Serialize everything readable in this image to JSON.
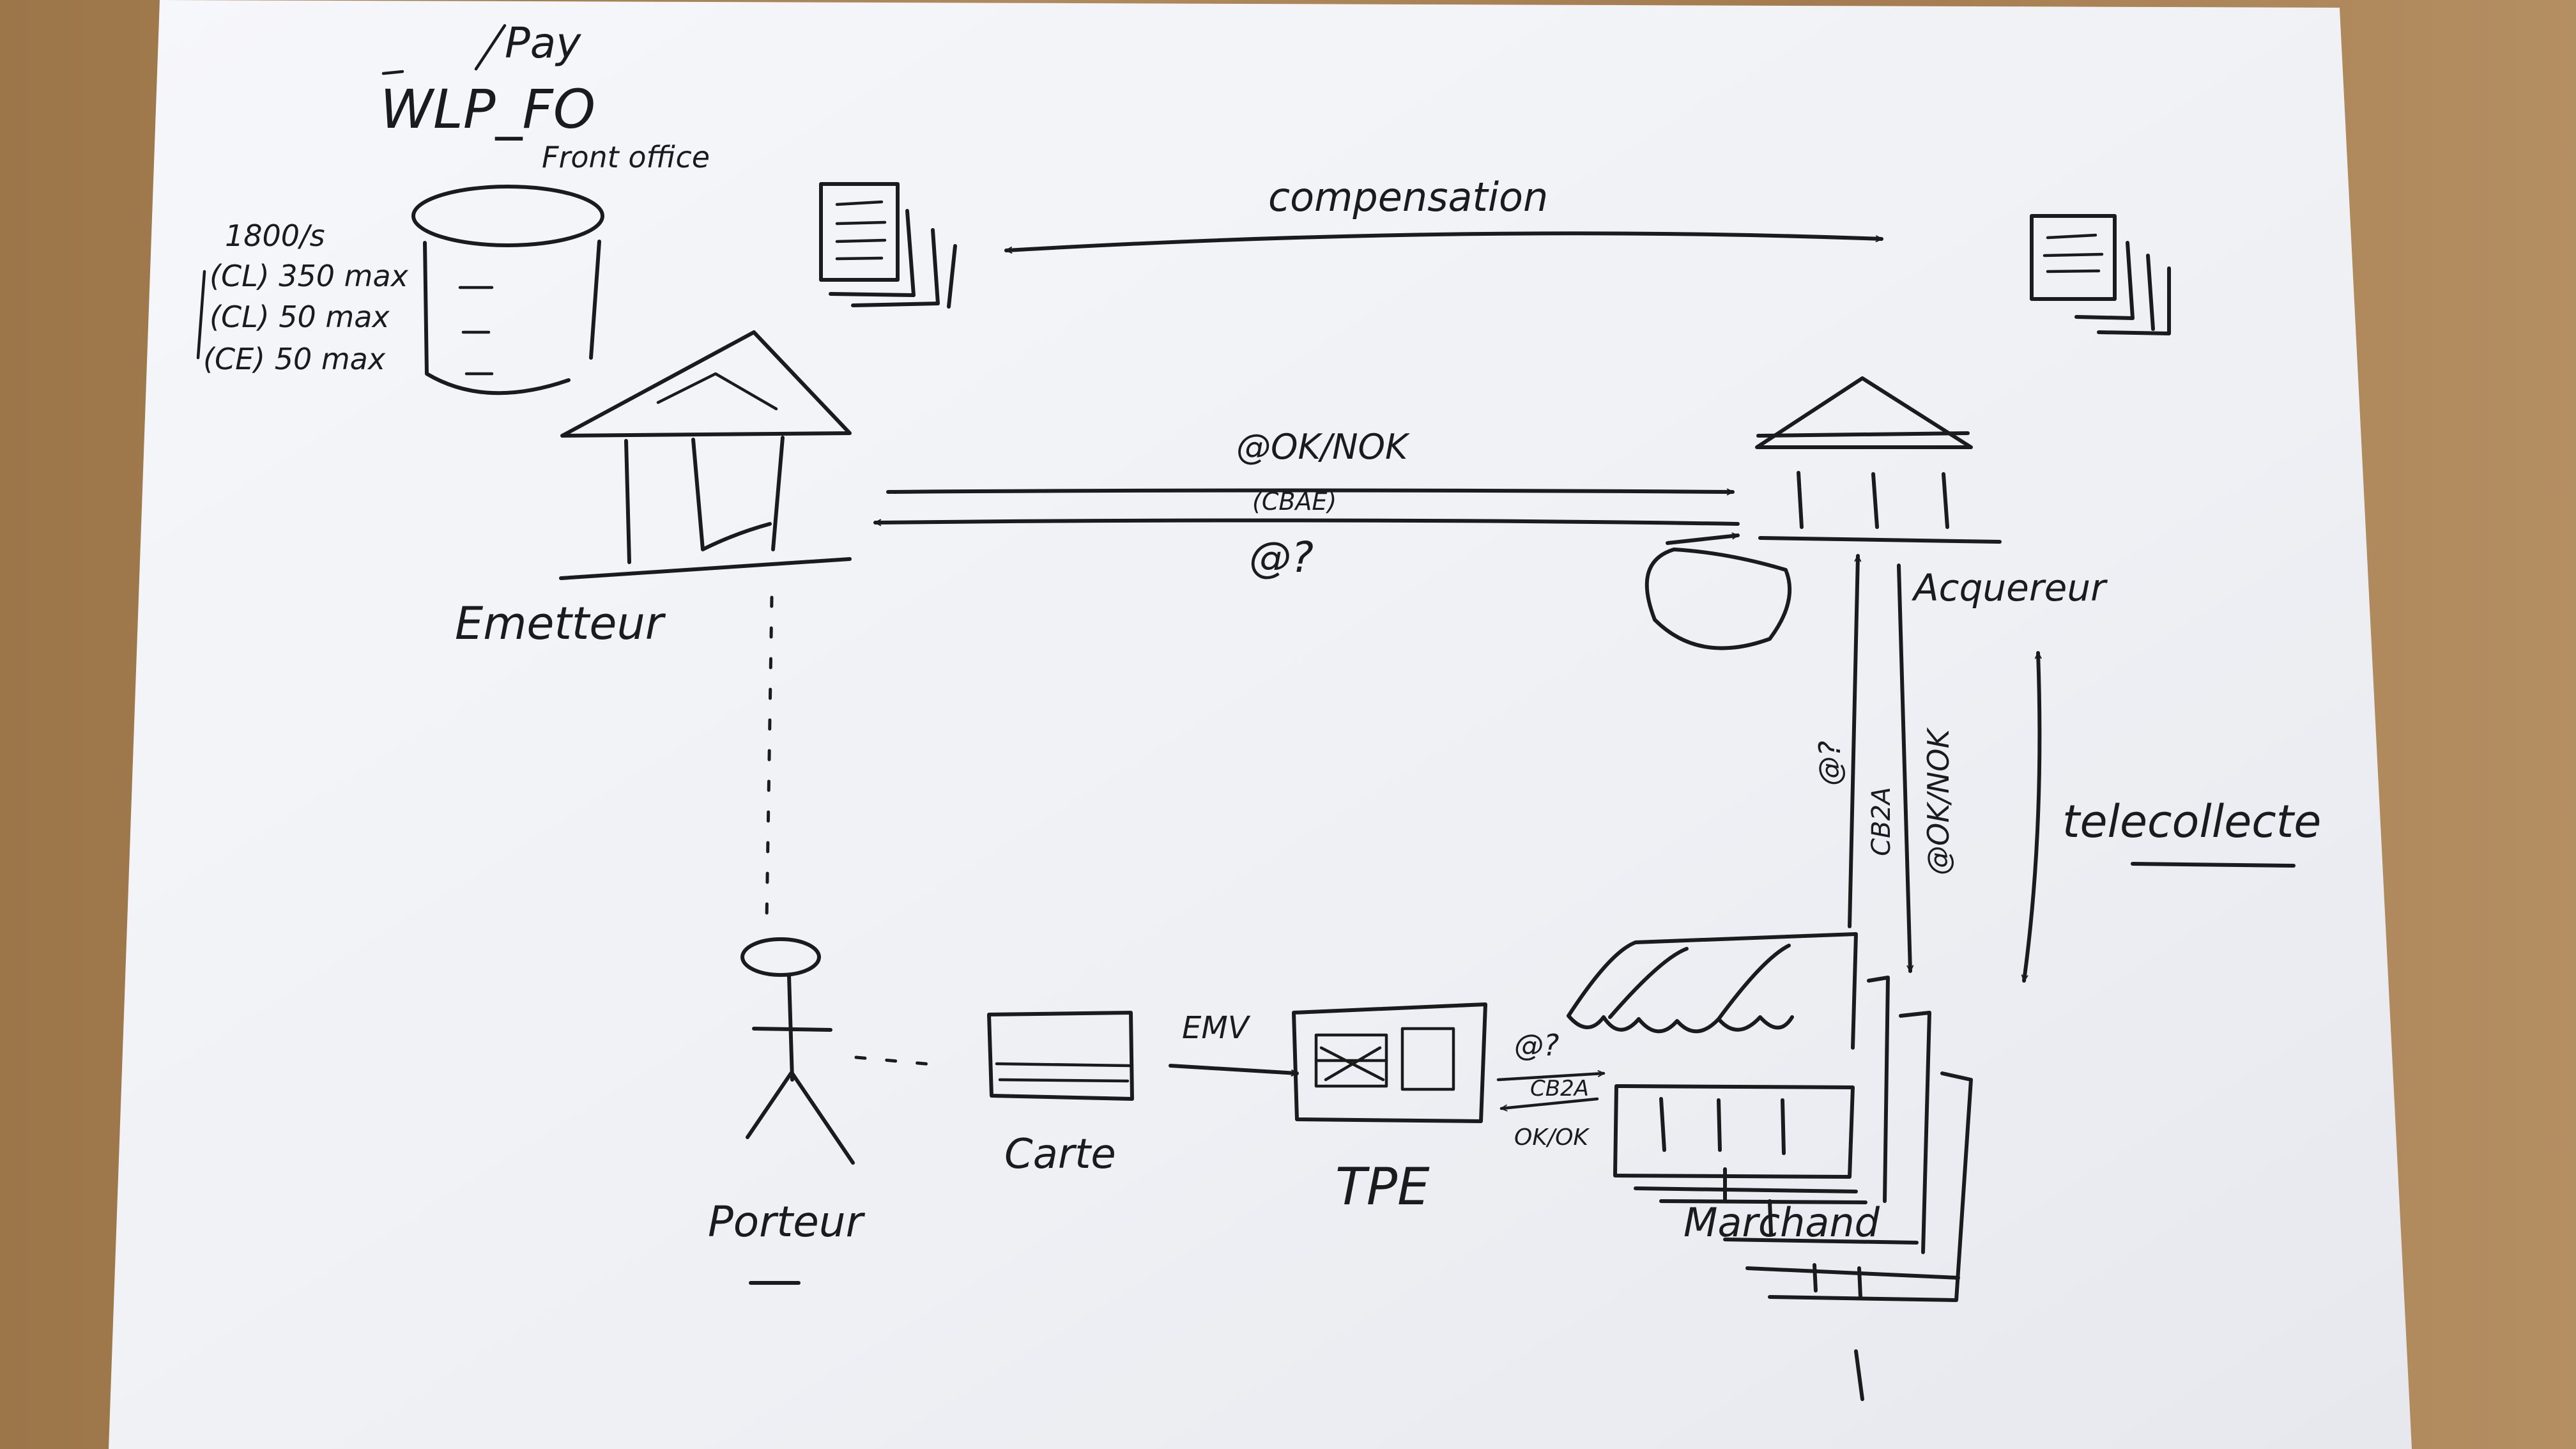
{
  "labels": {
    "pay": "Pay",
    "wlp_fo": "WLP_FO",
    "front_office": "Front office",
    "limits": [
      "1800/s",
      "(CL) 350 max",
      "(CL) 50 max",
      "(CE) 50 max"
    ],
    "compensation": "compensation",
    "ok_nok_top": "@OK/NOK",
    "cbae": "(CBAE)",
    "query_top": "@?",
    "emetteur": "Emetteur",
    "acquereur": "Acquereur",
    "query_vertical": "@?",
    "cb2a_vertical": "CB2A",
    "ok_nok_vertical": "@OK/NOK",
    "telecollecte": "telecollecte",
    "porteur": "Porteur",
    "carte": "Carte",
    "emv": "EMV",
    "tpe": "TPE",
    "query_tpe": "@?",
    "cb2a_tpe": "CB2A",
    "ok_nok_tpe": "OK/OK",
    "marchand": "Marchand"
  },
  "colors": {
    "ink": "#1b1b1e",
    "paper": "#f4f5f8",
    "table": "#a57c4f"
  }
}
